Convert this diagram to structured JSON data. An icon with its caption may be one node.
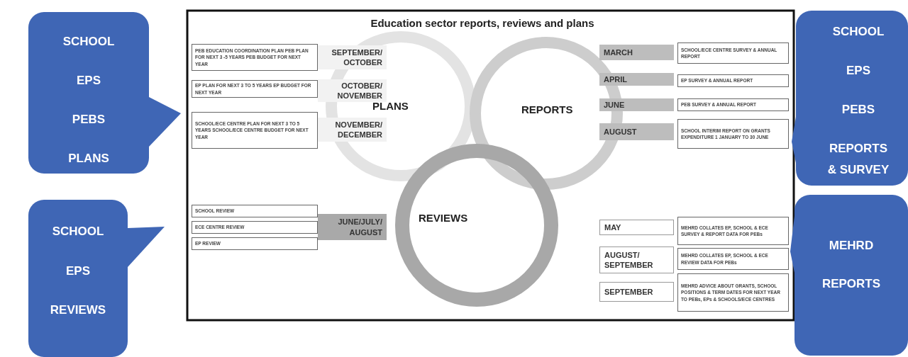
{
  "diagram": {
    "title": "Education sector reports, reviews and plans",
    "nodes": [
      {
        "text": [
          "SCHOOL",
          "EPS",
          "PEBS",
          "PLANS"
        ]
      },
      {
        "text": [
          "PEB EDUCATION COORDINATION PLAN PEB PLAN FOR NEXT 3 -5 YEARS PEB BUDGET FOR NEXT YEAR"
        ]
      },
      {
        "text": [
          "SEPTEMBER/ OCTOBER"
        ]
      },
      {
        "text": [
          "EP PLAN FOR NEXT 3 TO 5 YEARS EP BUDGET FOR NEXT YEAR"
        ]
      },
      {
        "text": [
          "OCTOBER/ NOVEMBER"
        ]
      },
      {
        "text": [
          "SCHOOL/ECE CENTRE PLAN FOR NEXT 3 TO 5 YEARS SCHOOL/ECE CENTRE BUDGET FOR NEXT YEAR"
        ]
      },
      {
        "text": [
          "NOVEMBER/ DECEMBER"
        ]
      },
      {
        "text": [
          "PLANS"
        ]
      },
      {
        "text": [
          "REPORTS"
        ]
      },
      {
        "text": [
          "MARCH"
        ]
      },
      {
        "text": [
          "SCHOOL/ECE CENTRE SURVEY & ANNUAL REPORT"
        ]
      },
      {
        "text": [
          "APRIL"
        ]
      },
      {
        "text": [
          "EP SURVEY & ANNUAL REPORT"
        ]
      },
      {
        "text": [
          "JUNE"
        ]
      },
      {
        "text": [
          "PEB SURVEY & ANNUAL REPORT"
        ]
      },
      {
        "text": [
          "AUGUST"
        ]
      },
      {
        "text": [
          "SCHOOL INTERIM REPORT ON GRANTS EXPENDITURE 1 JANUARY TO 30 JUNE"
        ]
      },
      {
        "text": [
          "SCHOOL",
          "EPS",
          "PEBS",
          "REPORTS",
          "& SURVEY"
        ]
      },
      {
        "text": [
          "SCHOOL",
          "EPS",
          "REVIEWS"
        ]
      },
      {
        "text": [
          "SCHOOL REVIEW"
        ]
      },
      {
        "text": [
          "ECE CENTRE REVIEW"
        ]
      },
      {
        "text": [
          "EP REVIEW"
        ]
      },
      {
        "text": [
          "JUNE/JULY/ AUGUST"
        ]
      },
      {
        "text": [
          "REVIEWS"
        ]
      },
      {
        "text": [
          "MAY"
        ]
      },
      {
        "text": [
          "MEHRD COLLATES EP, SCHOOL & ECE SURVEY & REPORT DATA FOR PEBs"
        ]
      },
      {
        "text": [
          "AUGUST/ SEPTEMBER"
        ]
      },
      {
        "text": [
          "MEHRD COLLATES EP, SCHOOL & ECE REVIEW DATA FOR PEBs"
        ]
      },
      {
        "text": [
          "SEPTEMBER"
        ]
      },
      {
        "text": [
          "MEHRD ADVICE ABOUT GRANTS, SCHOOL POSITIONS & TERM DATES FOR NEXT YEAR TO PEBs, EPs & SCHOOLS/ECE CENTRES"
        ]
      },
      {
        "text": [
          "MEHRD",
          "REPORTS"
        ]
      }
    ]
  }
}
